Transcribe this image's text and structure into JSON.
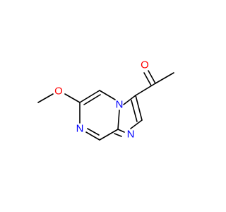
{
  "molecule": {
    "atoms": {
      "o_methoxy": {
        "symbol": "O",
        "color": "#ff0000"
      },
      "n_pyrazine": {
        "symbol": "N",
        "color": "#0000ff"
      },
      "n_bridge": {
        "symbol": "N",
        "color": "#0000ff"
      },
      "n_imidazole": {
        "symbol": "N",
        "color": "#0000ff"
      },
      "o_carbonyl": {
        "symbol": "O",
        "color": "#ff0000"
      }
    },
    "bond_color": "#000000"
  }
}
